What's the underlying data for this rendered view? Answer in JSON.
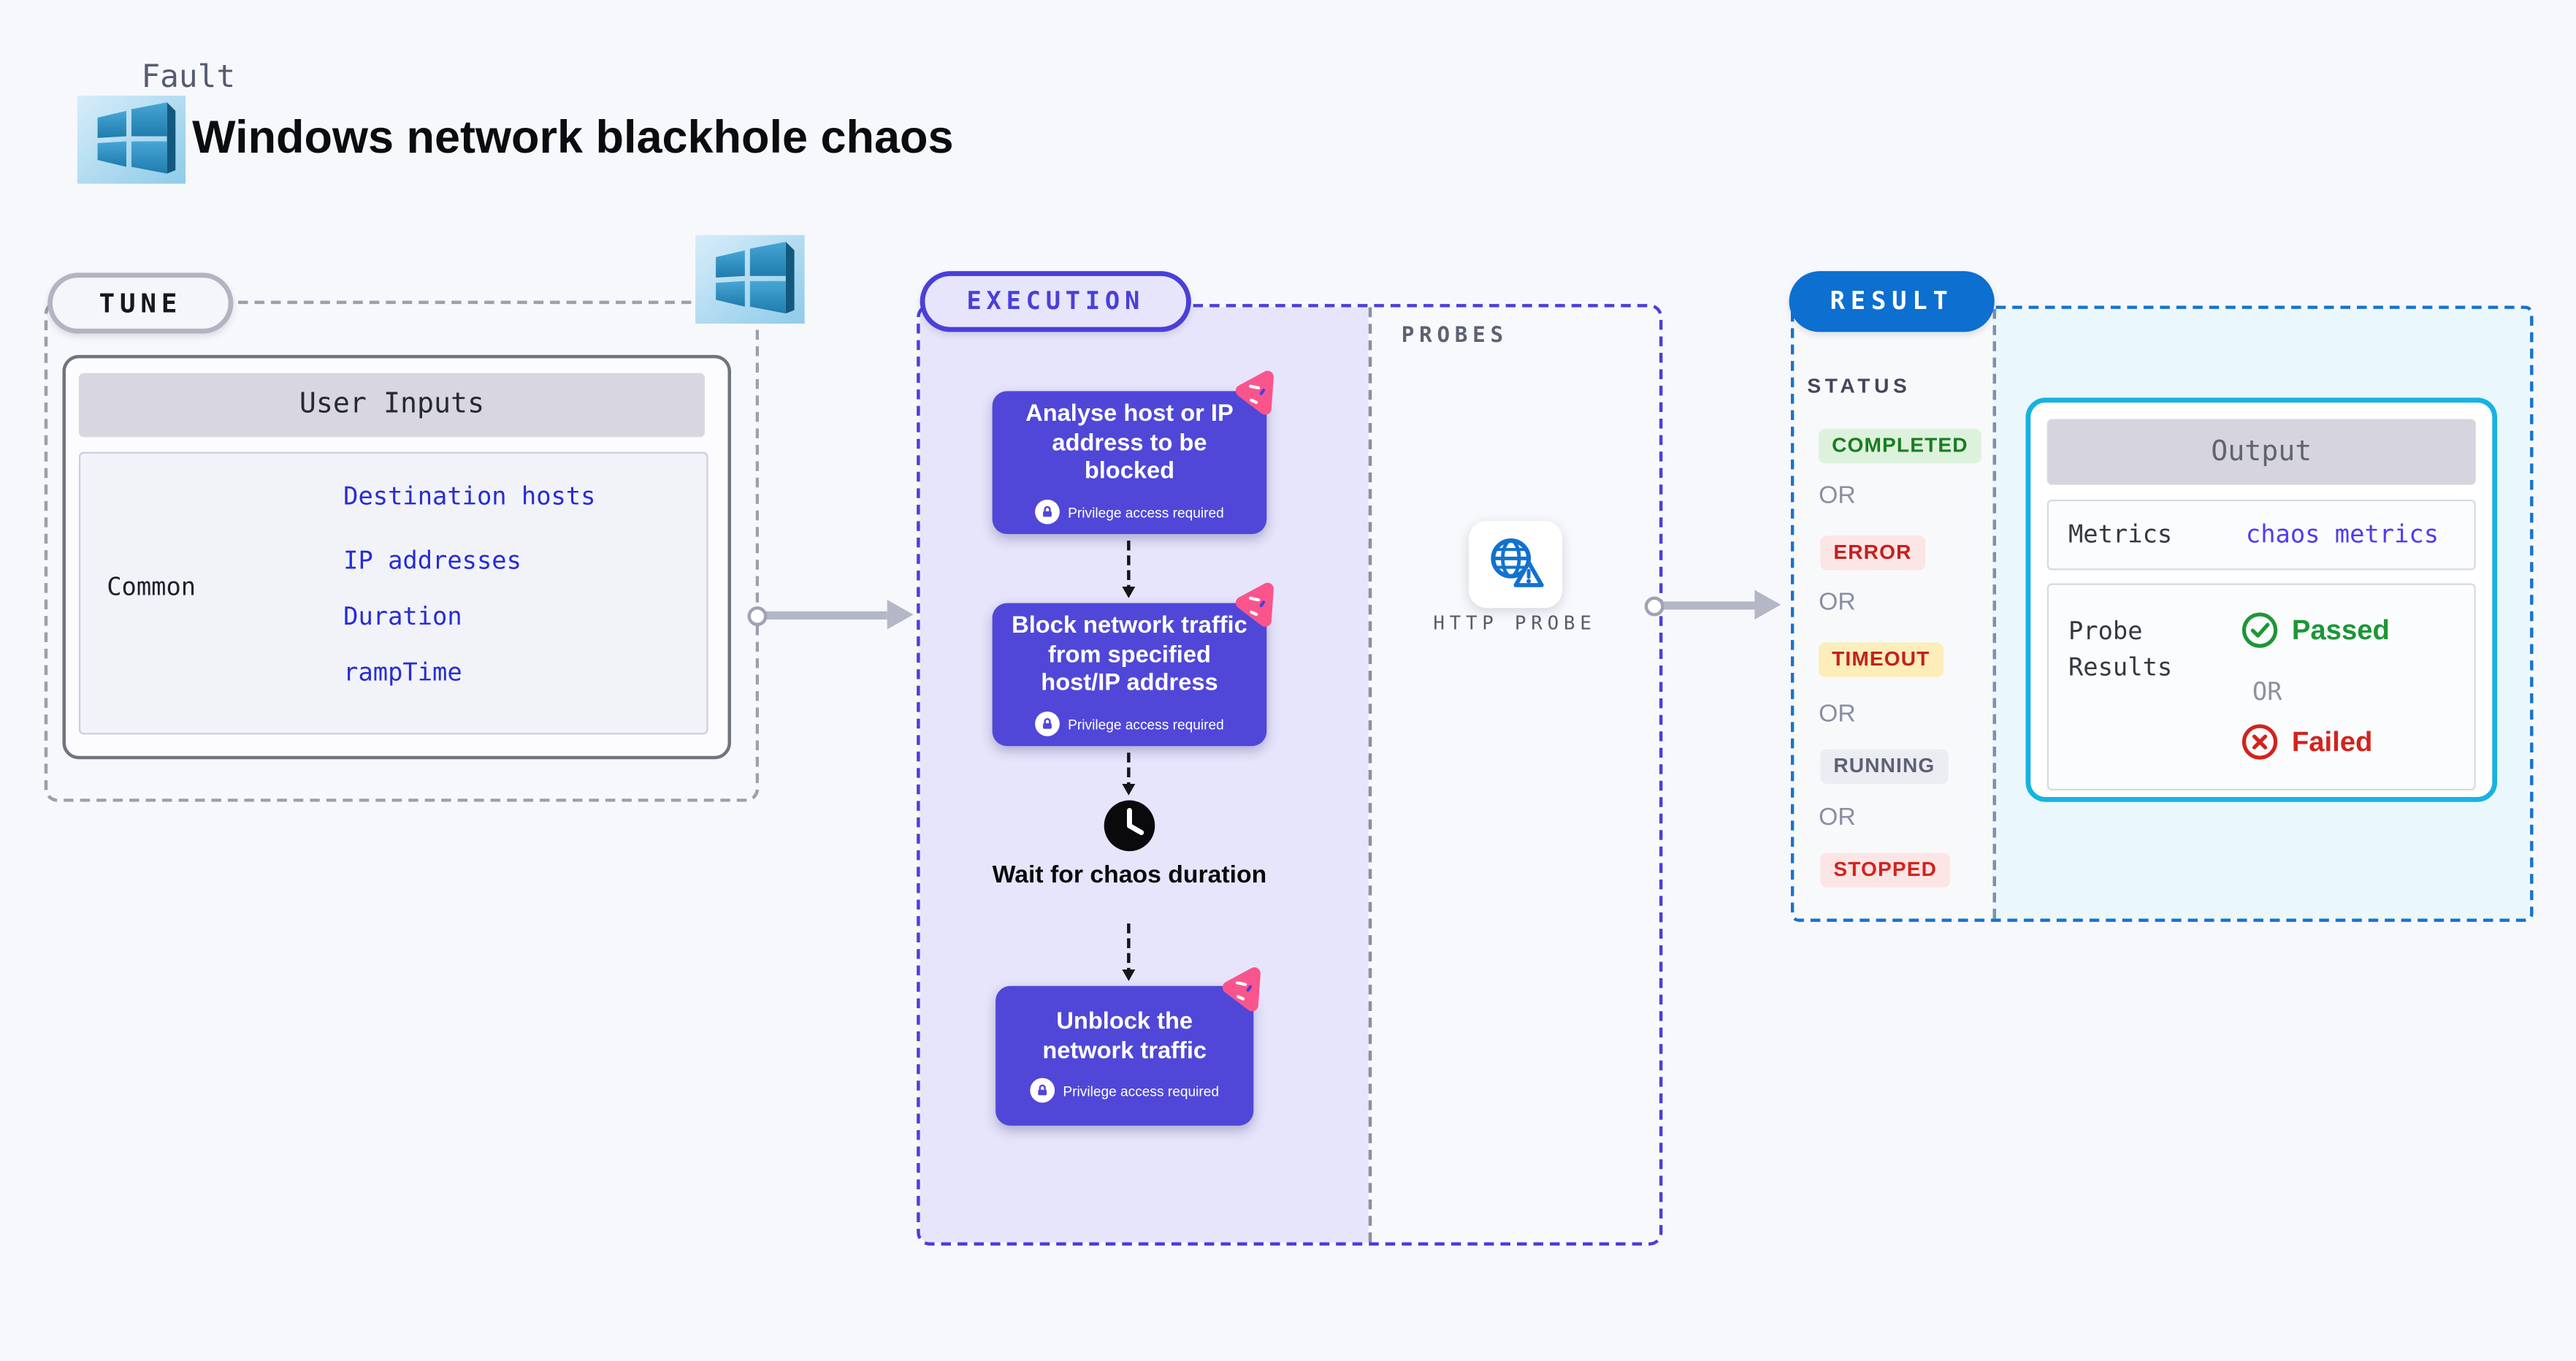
{
  "header": {
    "kicker": "Fault",
    "title": "Windows network blackhole chaos"
  },
  "tune": {
    "pill_label": "TUNE",
    "card": {
      "header": "User Inputs",
      "row_label": "Common",
      "links": [
        "Destination hosts",
        "IP addresses",
        "Duration",
        "rampTime"
      ]
    }
  },
  "execution": {
    "pill_label": "EXECUTION",
    "probes_label": "PROBES",
    "nodes": [
      {
        "title": "Analyse host or IP address to be blocked",
        "badge": "Privilege access required"
      },
      {
        "title": "Block network traffic from specified host/IP address",
        "badge": "Privilege access required"
      },
      {
        "title": "Unblock the network traffic",
        "badge": "Privilege access required"
      }
    ],
    "wait_node": {
      "title": "Wait for chaos duration"
    },
    "probe": {
      "label": "HTTP PROBE"
    }
  },
  "result": {
    "pill_label": "RESULT",
    "status_label": "STATUS",
    "or_label": "OR",
    "statuses": [
      {
        "label": "COMPLETED",
        "color": "#197d20",
        "background": "#ddf2dd"
      },
      {
        "label": "ERROR",
        "color": "#c3201f",
        "background": "#fbe5e5"
      },
      {
        "label": "TIMEOUT",
        "color": "#c3201f",
        "background": "#fcedb9"
      },
      {
        "label": "RUNNING",
        "color": "#5d6273",
        "background": "#ebedf3"
      },
      {
        "label": "STOPPED",
        "color": "#d2231f",
        "background": "#fbe5e5"
      }
    ],
    "output": {
      "header": "Output",
      "metrics_label": "Metrics",
      "metrics_value": "chaos metrics",
      "probe_results_label": "Probe Results",
      "passed_label": "Passed",
      "or_label": "OR",
      "failed_label": "Failed"
    }
  },
  "colors": {
    "page_background": "#f7f8fc",
    "node_indigo": "#5047d8",
    "execution_border": "#4a3fd8",
    "execution_fill": "#e7e5fb",
    "link_blue": "#272cd6",
    "result_pill_blue": "#0d6fd0",
    "result_border_blue": "#1573d0",
    "result_fill_cyan": "#eaf7fc",
    "output_border_cyan": "#16b3e2",
    "passed_green": "#1d9636",
    "failed_red": "#d2231c",
    "pink_badge": "#f9558c",
    "probe_icon_blue": "#1272cd",
    "connector_gray": "#b4b7c6"
  }
}
